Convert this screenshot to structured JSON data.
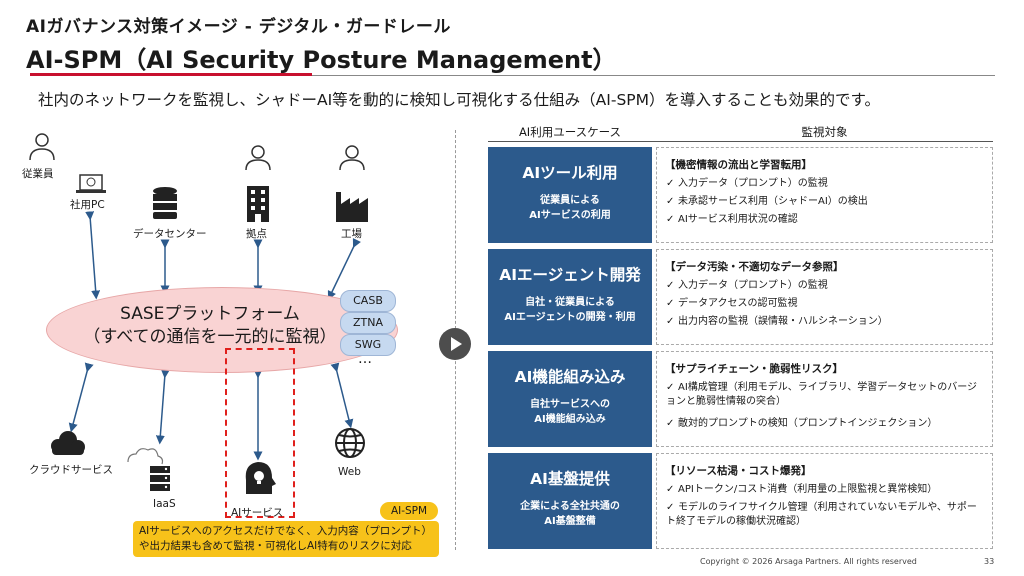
{
  "header": {
    "breadcrumb": "AIガバナンス対策イメージ - デジタル・ガードレール",
    "title": "AI-SPM（AI Security Posture Management）",
    "subtitle": "社内のネットワークを監視し、シャドーAI等を動的に検知し可視化する仕組み（AI-SPM）を導入することも効果的です。"
  },
  "diagram": {
    "nodes": {
      "employee": "従業員",
      "company_pc": "社用PC",
      "datacenter": "データセンター",
      "branch": "拠点",
      "factory": "工場",
      "cloud": "クラウドサービス",
      "iaas": "IaaS",
      "ai_service": "AIサービス",
      "web": "Web"
    },
    "sase": {
      "line1": "SASEプラットフォーム",
      "line2": "（すべての通信を一元的に監視）",
      "pills": [
        "CASB",
        "ZTNA",
        "SWG"
      ],
      "more": "…"
    },
    "aispm_badge": "AI-SPM",
    "callout": {
      "line1": "AIサービスへのアクセスだけでなく、入力内容（プロンプト）",
      "line2": "や出力結果も含めて監視・可視化しAI特有のリスクに対応"
    },
    "colors": {
      "accent_red": "#c8102e",
      "sase_fill": "#f9d3d3",
      "pill_fill": "#c6d9f0",
      "badge_yellow": "#f7c21a"
    }
  },
  "table": {
    "col_use_case": "AI利用ユースケース",
    "col_monitor": "監視対象",
    "rows": [
      {
        "title": "AIツール利用",
        "desc1": "従業員による",
        "desc2": "AIサービスの利用",
        "monitor_head": "【機密情報の流出と学習転用】",
        "items": [
          "入力データ（プロンプト）の監視",
          "未承認サービス利用（シャドーAI）の検出",
          "AIサービス利用状況の確認"
        ]
      },
      {
        "title": "AIエージェント開発",
        "desc1": "自社・従業員による",
        "desc2": "AIエージェントの開発・利用",
        "monitor_head": "【データ汚染・不適切なデータ参照】",
        "items": [
          "入力データ（プロンプト）の監視",
          "データアクセスの認可監視",
          "出力内容の監視（誤情報・ハルシネーション）"
        ]
      },
      {
        "title": "AI機能組み込み",
        "desc1": "自社サービスへの",
        "desc2": "AI機能組み込み",
        "monitor_head": "【サプライチェーン・脆弱性リスク】",
        "items": [
          "AI構成管理（利用モデル、ライブラリ、学習データセットのバージョンと脆弱性情報の突合）",
          "敵対的プロンプトの検知（プロンプトインジェクション）"
        ]
      },
      {
        "title": "AI基盤提供",
        "desc1": "企業による全社共通の",
        "desc2": "AI基盤整備",
        "monitor_head": "【リソース枯渇・コスト爆発】",
        "items": [
          "APIトークン/コスト消費（利用量の上限監視と異常検知）",
          "モデルのライフサイクル管理（利用されていないモデルや、サポート終了モデルの稼働状況確認）"
        ]
      }
    ],
    "check_mark": "✓",
    "colors": {
      "use_box": "#2c5a8c"
    }
  },
  "footer": {
    "copyright": "Copyright © 2026 Arsaga Partners. All rights reserved",
    "page_number": "33"
  }
}
